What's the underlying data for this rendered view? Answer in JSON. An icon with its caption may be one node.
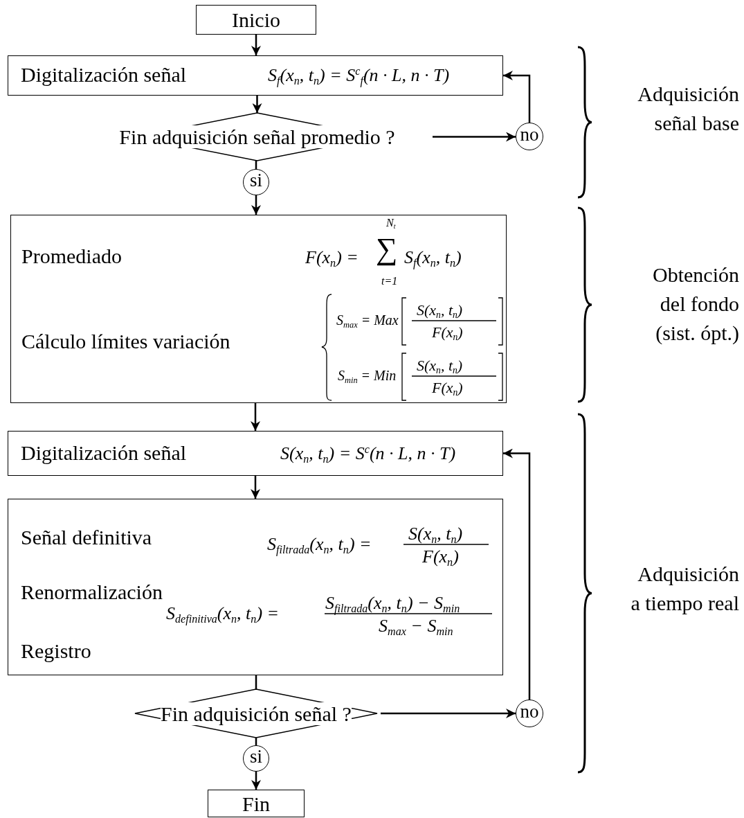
{
  "diagram": {
    "nodes": [
      {
        "text": [
          "Inicio"
        ]
      },
      {
        "text": [
          "Digitalización señal",
          "S$_{f}$(x$_{n}$, t$_{n}$) = S$^{c}$$_{f}$(n · L, n · T)"
        ]
      },
      {
        "text": [
          "Fin adquisición señal promedio ?"
        ]
      },
      {
        "text": [
          "no"
        ]
      },
      {
        "text": [
          "si"
        ]
      },
      {
        "text": [
          "Promediado",
          "F(x$_{n}$) =",
          "N$_{t}$",
          "∑",
          "t=1",
          "S$_{f}$(x$_{n}$, t$_{n}$)",
          "Cálculo límites variación",
          "S$_{max}$ = Max",
          "S(x$_{n}$, t$_{n}$)",
          "F(x$_{n}$)",
          "S$_{min}$ = Min",
          "S(x$_{n}$, t$_{n}$)",
          "F(x$_{n}$)"
        ]
      },
      {
        "text": [
          "Digitalización señal",
          "S(x$_{n}$, t$_{n}$) = S$^{c}$(n · L, n · T)"
        ]
      },
      {
        "text": [
          "Señal definitiva",
          "S$_{filtrada}$(x$_{n}$, t$_{n}$) =",
          "S(x$_{n}$, t$_{n}$)",
          "F(x$_{n}$)",
          "Renormalización",
          "S$_{definitiva}$(x$_{n}$, t$_{n}$) =",
          "S$_{filtrada}$(x$_{n}$, t$_{n}$) − S$_{min}$",
          "S$_{max}$ − S$_{min}$",
          "Registro"
        ]
      },
      {
        "text": [
          "Fin adquisición señal ?"
        ]
      },
      {
        "text": [
          "no"
        ]
      },
      {
        "text": [
          "si"
        ]
      },
      {
        "text": [
          "Fin"
        ]
      }
    ],
    "edges": [
      {
        "from": 0,
        "to": 1,
        "arrow": "to"
      },
      {
        "from": 1,
        "to": 2,
        "arrow": "to"
      },
      {
        "from": 2,
        "to": 3,
        "arrow": "to"
      },
      {
        "from": 3,
        "to": 1,
        "arrow": "to"
      },
      {
        "from": 2,
        "to": 4,
        "arrow": "none"
      },
      {
        "from": 4,
        "to": 5,
        "arrow": "to"
      },
      {
        "from": 5,
        "to": 6,
        "arrow": "to"
      },
      {
        "from": 6,
        "to": 7,
        "arrow": "to"
      },
      {
        "from": 7,
        "to": 8,
        "arrow": "none"
      },
      {
        "from": 8,
        "to": 9,
        "arrow": "to"
      },
      {
        "from": 9,
        "to": 6,
        "arrow": "to"
      },
      {
        "from": 8,
        "to": 10,
        "arrow": "none"
      },
      {
        "from": 10,
        "to": 11,
        "arrow": "to"
      }
    ],
    "labels": [
      "Adquisición señal base",
      "Obtención del fondo (sist. ópt.)",
      "Adquisición a tiempo real"
    ]
  }
}
